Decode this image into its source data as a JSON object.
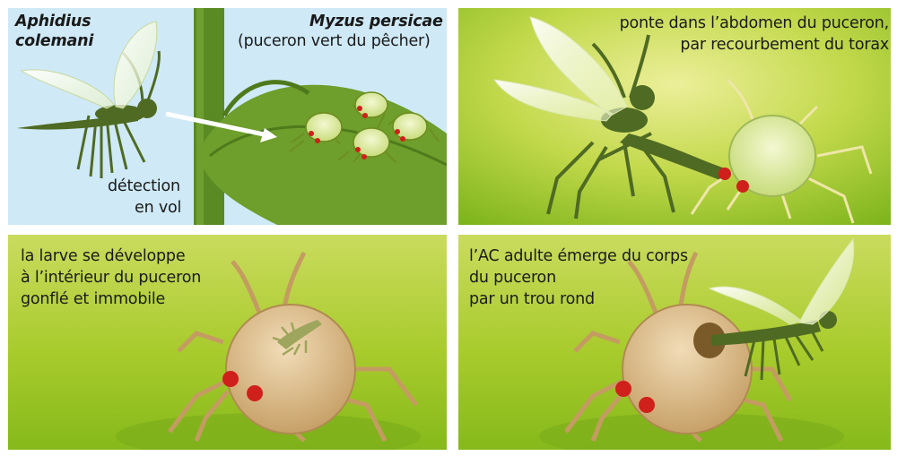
{
  "panel1": {
    "wasp_genus": "Aphidius",
    "wasp_species": "colemani",
    "aphid_name": "Myzus persicae",
    "aphid_common": "(puceron vert du pêcher)",
    "detect_line1": "détection",
    "detect_line2": "en vol"
  },
  "panel2": {
    "line1": "ponte dans l’abdomen du puceron,",
    "line2": "par recourbement du torax"
  },
  "panel3": {
    "line1": "la larve se développe",
    "line2": "à l’intérieur du puceron",
    "line3": "gonflé et immobile"
  },
  "panel4": {
    "line1": "l’AC adulte émerge du corps",
    "line2": "du puceron",
    "line3": "par un trou rond"
  },
  "colors": {
    "sky": "#cfe9f6",
    "grass_light": "#cbdc5e",
    "grass_dark": "#7db51f",
    "wasp": "#4f6a22",
    "mummy": "#d9b888",
    "eye": "#d0201b"
  }
}
